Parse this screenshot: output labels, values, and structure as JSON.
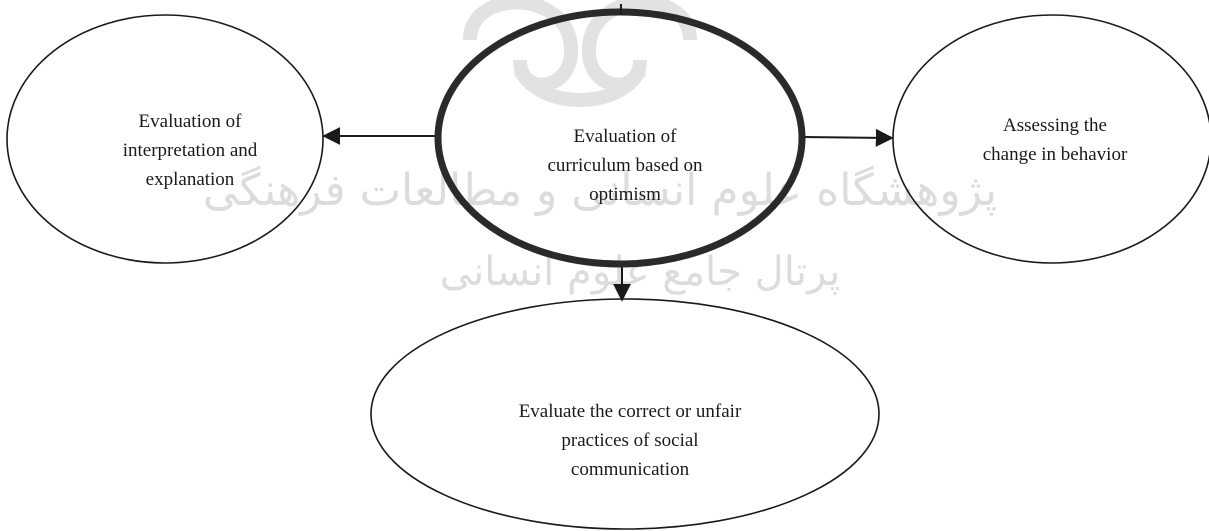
{
  "colors": {
    "stroke": "#1a1a1a",
    "center_stroke": "#2a2a2a",
    "watermark": "#dcdcdc"
  },
  "nodes": {
    "center": {
      "lines": [
        "Evaluation of",
        "curriculum based on",
        "optimism"
      ]
    },
    "left": {
      "lines": [
        "Evaluation of",
        "interpretation and",
        "explanation"
      ]
    },
    "right": {
      "lines": [
        "Assessing the",
        "change in behavior"
      ]
    },
    "bottom": {
      "lines": [
        "Evaluate the correct or unfair",
        "practices of social",
        "communication"
      ]
    }
  },
  "watermark": {
    "line1": "پژوهشگاه علوم انسانی و مطالعات فرهنگی",
    "line2": "پرتال جامع علوم انسانی"
  }
}
